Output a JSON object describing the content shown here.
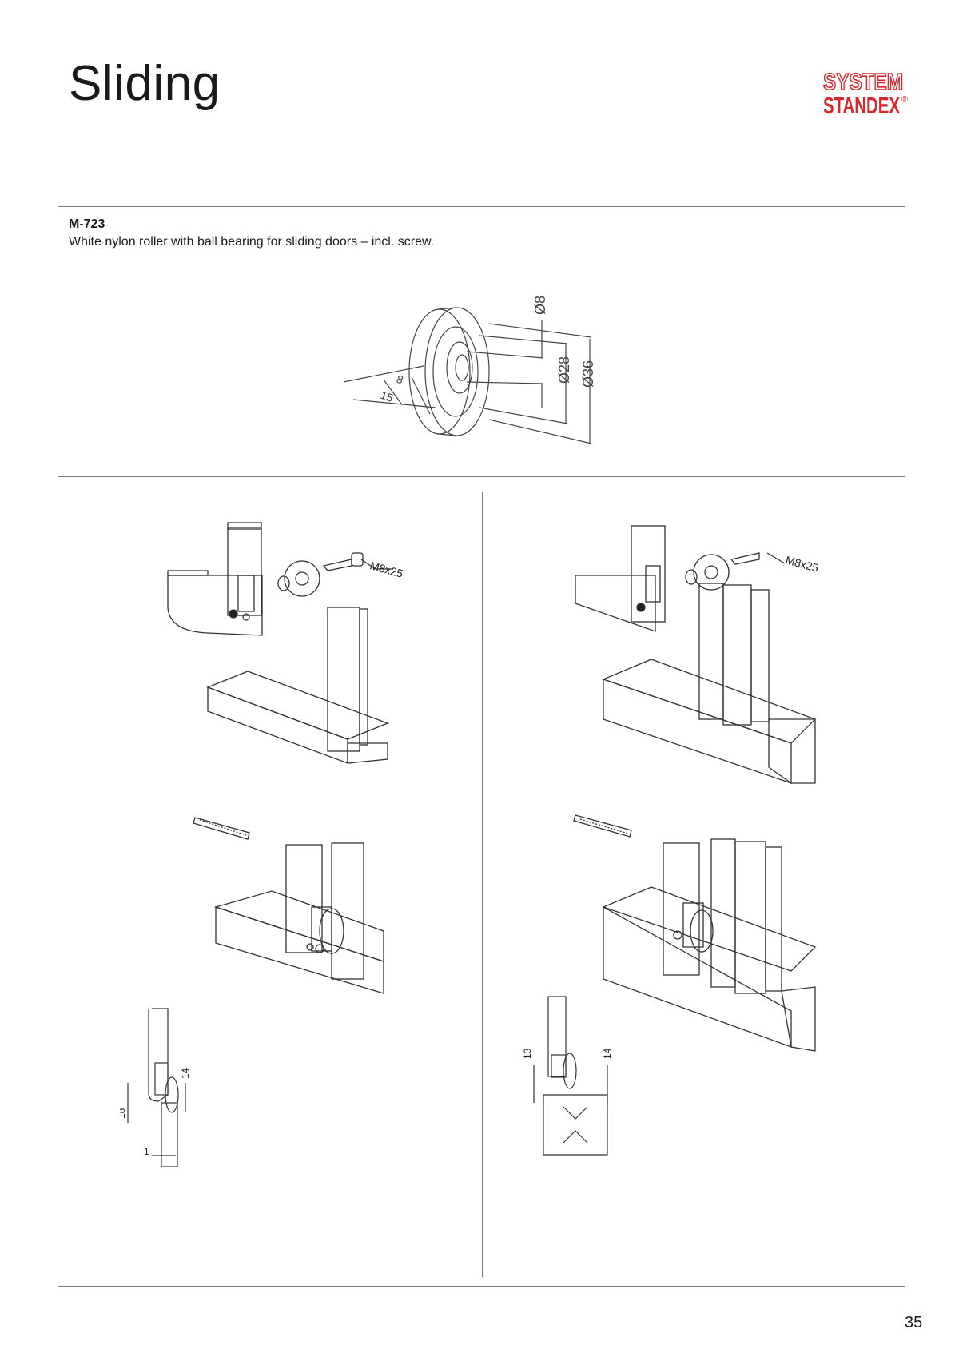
{
  "header": {
    "title": "Sliding",
    "logo": {
      "line1": "SYSTEM",
      "line2": "STANDEX",
      "mark": "®",
      "color": "#d7262e"
    }
  },
  "product": {
    "code": "M-723",
    "description": "White nylon roller with ball bearing for sliding doors – incl. screw."
  },
  "roller_drawing": {
    "dims": [
      "Ø8",
      "Ø28",
      "Ø36",
      "8",
      "15"
    ]
  },
  "assembly": {
    "screw_label": "M8x25",
    "left_section_dims": [
      "14",
      "18",
      "1"
    ],
    "right_section_dims": [
      "13",
      "14"
    ]
  },
  "footer": {
    "page_number": "35"
  }
}
